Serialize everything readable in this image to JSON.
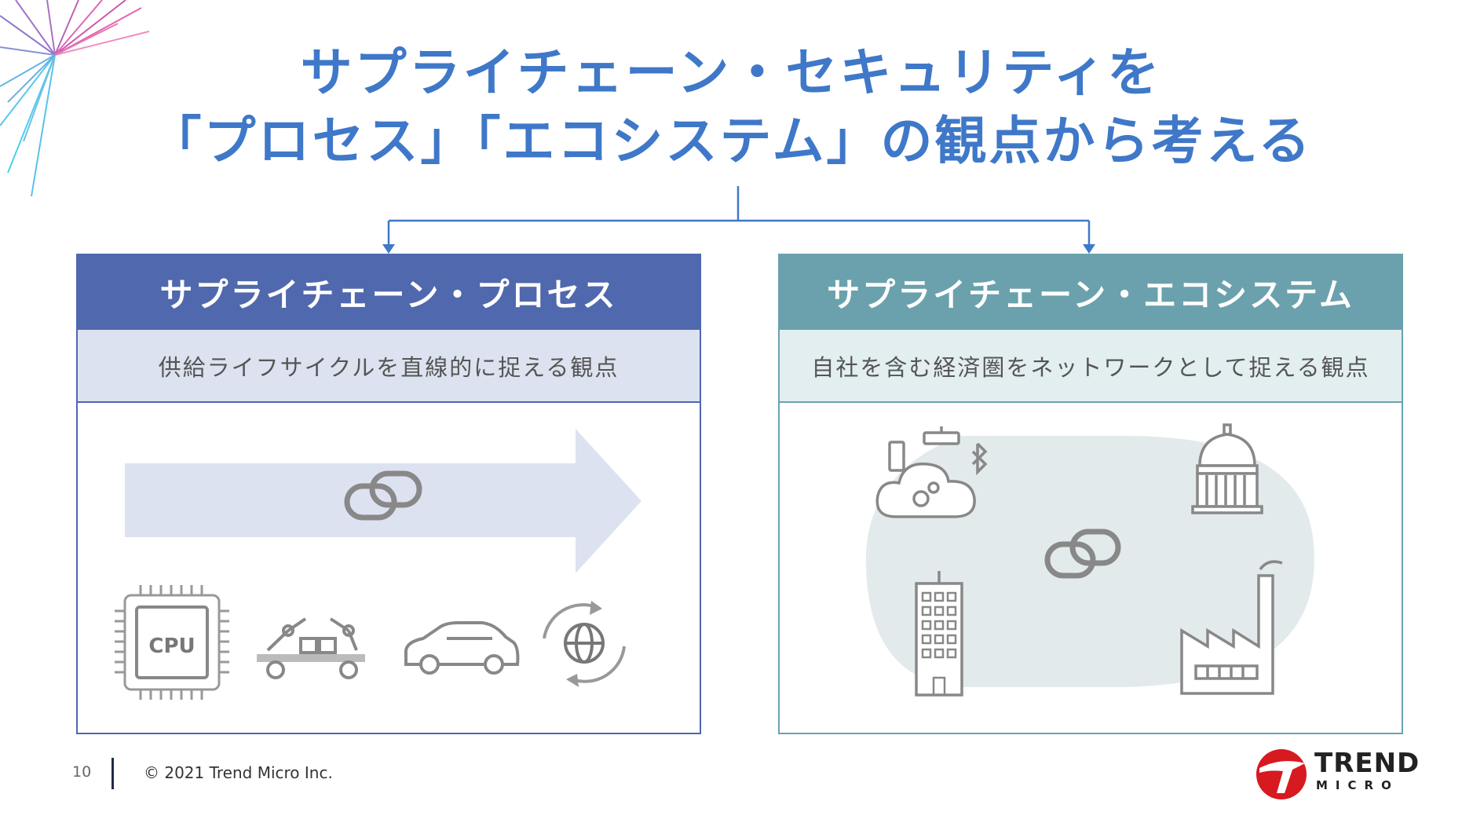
{
  "title": {
    "line1": "サプライチェーン・セキュリティを",
    "line2": "「プロセス」「エコシステム」の観点から考える"
  },
  "left_panel": {
    "header": "サプライチェーン・プロセス",
    "subtitle": "供給ライフサイクルを直線的に捉える観点",
    "cpu_label": "CPU"
  },
  "right_panel": {
    "header": "サプライチェーン・エコシステム",
    "subtitle": "自社を含む経済圏をネットワークとして捉える観点"
  },
  "footer": {
    "page_number": "10",
    "copyright": "© 2021 Trend Micro Inc.",
    "logo_line1": "TREND",
    "logo_line2": "MICRO"
  },
  "colors": {
    "title_blue": "#3f78c8",
    "process_header": "#5068ad",
    "ecosystem_header": "#6ba1ad",
    "logo_red": "#d71920"
  }
}
